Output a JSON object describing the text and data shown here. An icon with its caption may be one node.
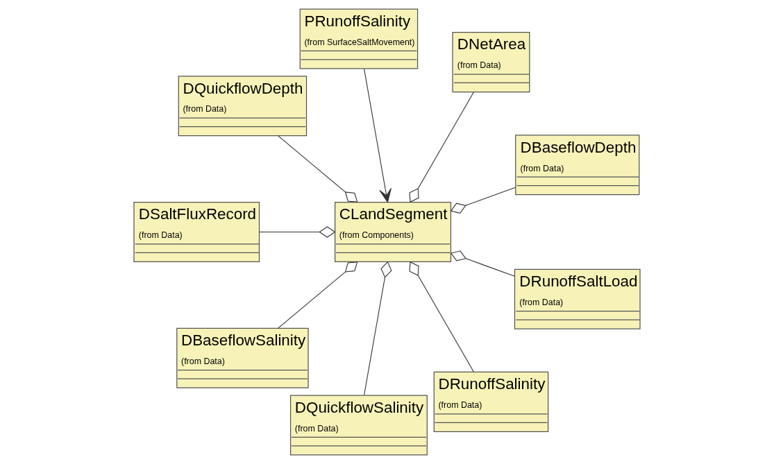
{
  "diagram": {
    "nodes": [
      {
        "text": [
          "DBaseflowDepth",
          "(from Data)"
        ]
      },
      {
        "text": [
          "DNetArea",
          "(from Data)"
        ]
      },
      {
        "text": [
          "PRunoffSalinity",
          "(from SurfaceSaltMovement)"
        ]
      },
      {
        "text": [
          "DQuickflowDepth",
          "(from Data)"
        ]
      },
      {
        "text": [
          "CLandSegment",
          "(from Components)"
        ]
      },
      {
        "text": [
          "DSaltFluxRecord",
          "(from Data)"
        ]
      },
      {
        "text": [
          "DBaseflowSalinity",
          "(from Data)"
        ]
      },
      {
        "text": [
          "DQuickflowSalinity",
          "(from Data)"
        ]
      },
      {
        "text": [
          "DRunoffSalinity",
          "(from Data)"
        ]
      },
      {
        "text": [
          "DRunoffSaltLoad",
          "(from Data)"
        ]
      }
    ],
    "edges": [
      {
        "from": 0,
        "to": 4,
        "arrow": "other"
      },
      {
        "from": 1,
        "to": 4,
        "arrow": "other"
      },
      {
        "from": 2,
        "to": 4,
        "arrow": "to"
      },
      {
        "from": 3,
        "to": 4,
        "arrow": "other"
      },
      {
        "from": 5,
        "to": 4,
        "arrow": "other"
      },
      {
        "from": 6,
        "to": 4,
        "arrow": "other"
      },
      {
        "from": 7,
        "to": 4,
        "arrow": "other"
      },
      {
        "from": 8,
        "to": 4,
        "arrow": "other"
      },
      {
        "from": 9,
        "to": 4,
        "arrow": "other"
      }
    ]
  }
}
